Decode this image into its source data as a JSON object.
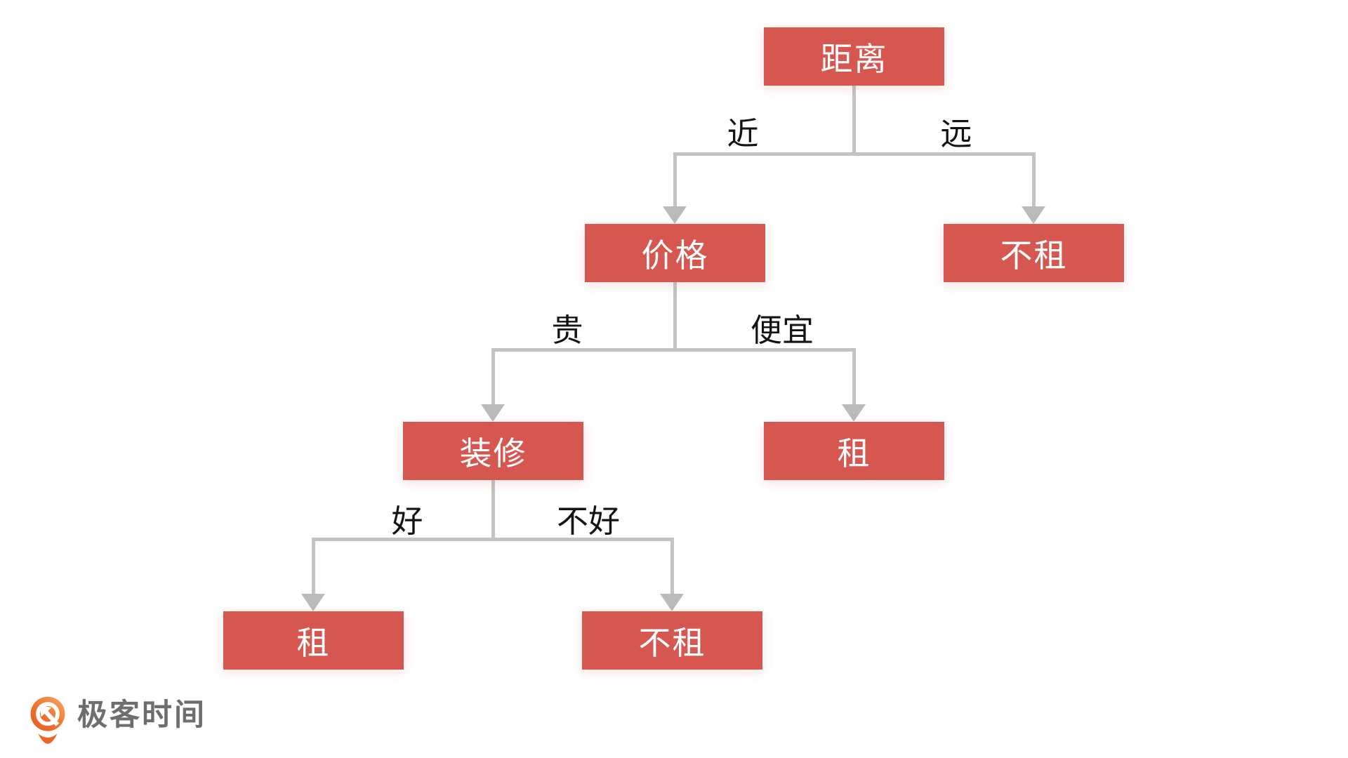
{
  "diagram": {
    "type": "decision-tree",
    "nodes": {
      "distance": {
        "label": "距离"
      },
      "price": {
        "label": "价格"
      },
      "no_rent_far": {
        "label": "不租"
      },
      "decoration": {
        "label": "装修"
      },
      "rent_cheap": {
        "label": "租"
      },
      "rent_good": {
        "label": "租"
      },
      "no_rent_bad": {
        "label": "不租"
      }
    },
    "edge_labels": {
      "near": "近",
      "far": "远",
      "expensive": "贵",
      "cheap": "便宜",
      "good": "好",
      "not_good": "不好"
    },
    "structure": [
      {
        "from": "距离",
        "condition": "近",
        "to": "价格"
      },
      {
        "from": "距离",
        "condition": "远",
        "to": "不租"
      },
      {
        "from": "价格",
        "condition": "贵",
        "to": "装修"
      },
      {
        "from": "价格",
        "condition": "便宜",
        "to": "租"
      },
      {
        "from": "装修",
        "condition": "好",
        "to": "租"
      },
      {
        "from": "装修",
        "condition": "不好",
        "to": "不租"
      }
    ],
    "colors": {
      "node_fill": "#d5574f",
      "node_text": "#ffffff",
      "connector": "#c5c3c1",
      "edge_text": "#141414",
      "logo_orange": "#ec6520",
      "logo_text_gray": "#6e6e6e"
    }
  },
  "footer": {
    "brand": "极客时间"
  }
}
